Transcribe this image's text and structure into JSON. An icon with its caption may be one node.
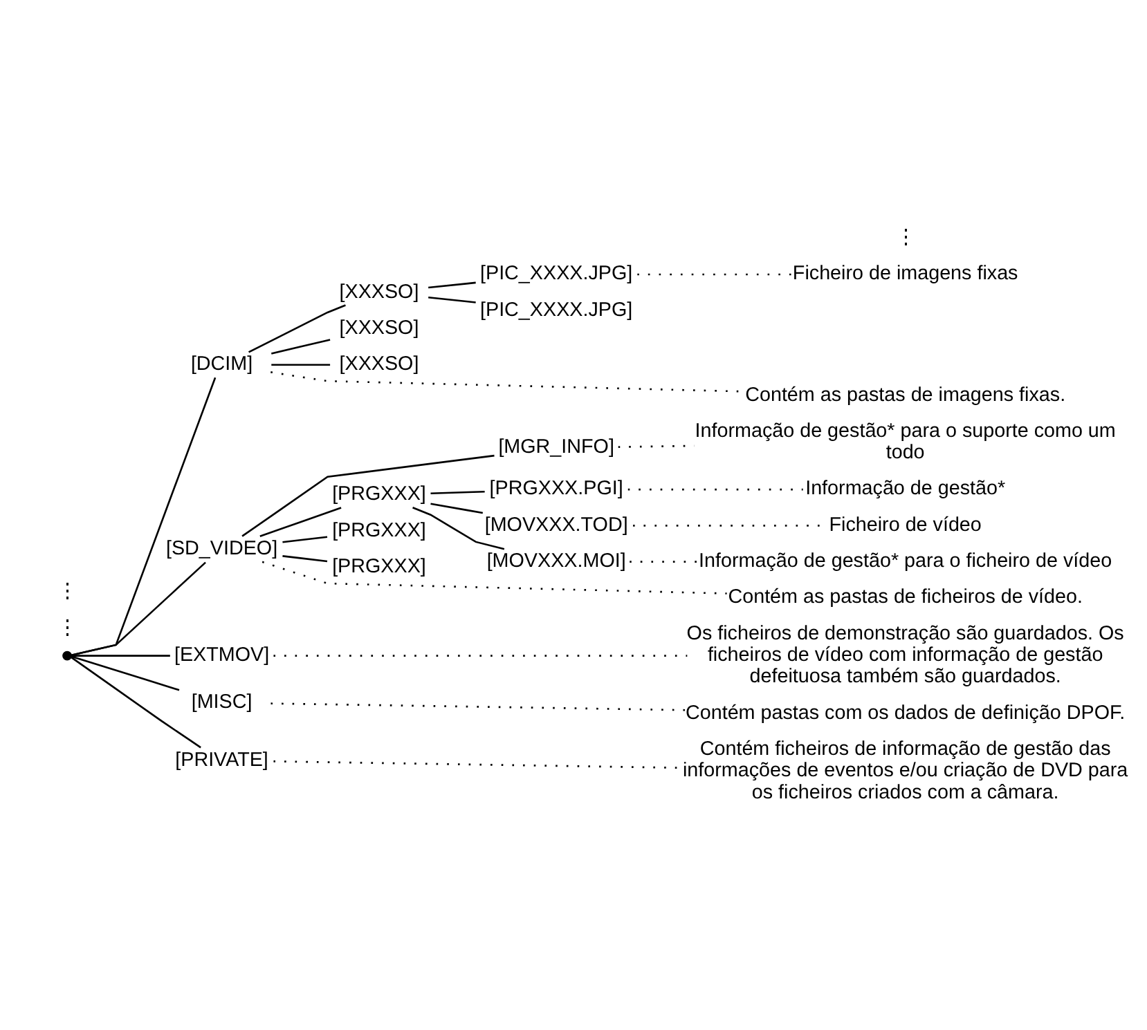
{
  "diagram": {
    "nodes": [
      {
        "text": [],
        "shape": "point"
      },
      {
        "text": [
          "[DCIM]"
        ]
      },
      {
        "text": [
          "[XXXSO]"
        ]
      },
      {
        "text": [
          "[PIC_XXXX.JPG]"
        ]
      },
      {
        "text": [
          "[PIC_XXXX.JPG]"
        ]
      },
      {
        "text": [
          "[XXXSO]"
        ]
      },
      {
        "text": [
          "[XXXSO]"
        ]
      },
      {
        "text": [
          "[SD_VIDEO]"
        ]
      },
      {
        "text": [
          "[MGR_INFO]"
        ]
      },
      {
        "text": [
          "[PRGXXX]"
        ]
      },
      {
        "text": [
          "[PRGXXX.PGI]"
        ]
      },
      {
        "text": [
          "[MOVXXX.TOD]"
        ]
      },
      {
        "text": [
          "[MOVXXX.MOI]"
        ]
      },
      {
        "text": [
          "[PRGXXX]"
        ]
      },
      {
        "text": [
          "[PRGXXX]"
        ]
      },
      {
        "text": [
          "[EXTMOV]"
        ]
      },
      {
        "text": [
          "[MISC]"
        ]
      },
      {
        "text": [
          "[PRIVATE]"
        ]
      },
      {
        "text": [
          "Contém as pastas de imagens fixas."
        ]
      },
      {
        "text": [
          "Ficheiro de imagens fixas"
        ]
      },
      {
        "text": [
          "Contém as pastas de ficheiros de vídeo."
        ]
      },
      {
        "text": [
          "Informação de gestão* para o suporte como um todo"
        ]
      },
      {
        "text": [
          "Informação de gestão*"
        ]
      },
      {
        "text": [
          "Ficheiro de vídeo"
        ]
      },
      {
        "text": [
          "Informação de gestão* para o ficheiro de vídeo"
        ]
      },
      {
        "text": [
          "Os ficheiros de demonstração são guardados. Os ficheiros de vídeo com informação de gestão defeituosa também são guardados."
        ]
      },
      {
        "text": [
          "Contém pastas com os dados de definição DPOF."
        ]
      },
      {
        "text": [
          "Contém ficheiros de informação de gestão das informações de eventos e/ou criação de DVD para os ficheiros criados com a câmara."
        ]
      }
    ],
    "edges": [
      {
        "from": 0,
        "to": 1,
        "arrow": "none"
      },
      {
        "from": 1,
        "to": 2,
        "arrow": "none"
      },
      {
        "from": 2,
        "to": 3,
        "arrow": "none"
      },
      {
        "from": 2,
        "to": 4,
        "arrow": "none"
      },
      {
        "from": 1,
        "to": 5,
        "arrow": "none"
      },
      {
        "from": 1,
        "to": 6,
        "arrow": "none"
      },
      {
        "from": 0,
        "to": 7,
        "arrow": "none"
      },
      {
        "from": 7,
        "to": 8,
        "arrow": "none"
      },
      {
        "from": 7,
        "to": 9,
        "arrow": "none"
      },
      {
        "from": 9,
        "to": 10,
        "arrow": "none"
      },
      {
        "from": 9,
        "to": 11,
        "arrow": "none"
      },
      {
        "from": 9,
        "to": 12,
        "arrow": "none"
      },
      {
        "from": 7,
        "to": 13,
        "arrow": "none"
      },
      {
        "from": 7,
        "to": 14,
        "arrow": "none"
      },
      {
        "from": 0,
        "to": 15,
        "arrow": "none"
      },
      {
        "from": 0,
        "to": 16,
        "arrow": "none"
      },
      {
        "from": 0,
        "to": 17,
        "arrow": "none"
      },
      {
        "from": 1,
        "to": 18,
        "arrow": "none",
        "style": "dashed"
      },
      {
        "from": 3,
        "to": 19,
        "arrow": "none",
        "style": "dashed"
      },
      {
        "from": 7,
        "to": 20,
        "arrow": "none",
        "style": "dashed"
      },
      {
        "from": 8,
        "to": 21,
        "arrow": "none",
        "style": "dashed"
      },
      {
        "from": 10,
        "to": 22,
        "arrow": "none",
        "style": "dashed"
      },
      {
        "from": 11,
        "to": 23,
        "arrow": "none",
        "style": "dashed"
      },
      {
        "from": 12,
        "to": 24,
        "arrow": "none",
        "style": "dashed"
      },
      {
        "from": 15,
        "to": 25,
        "arrow": "none",
        "style": "dashed"
      },
      {
        "from": 16,
        "to": 26,
        "arrow": "none",
        "style": "dashed"
      },
      {
        "from": 17,
        "to": 27,
        "arrow": "none",
        "style": "dashed"
      }
    ],
    "labels": [
      "⋮",
      "⋮",
      "⋮"
    ]
  }
}
